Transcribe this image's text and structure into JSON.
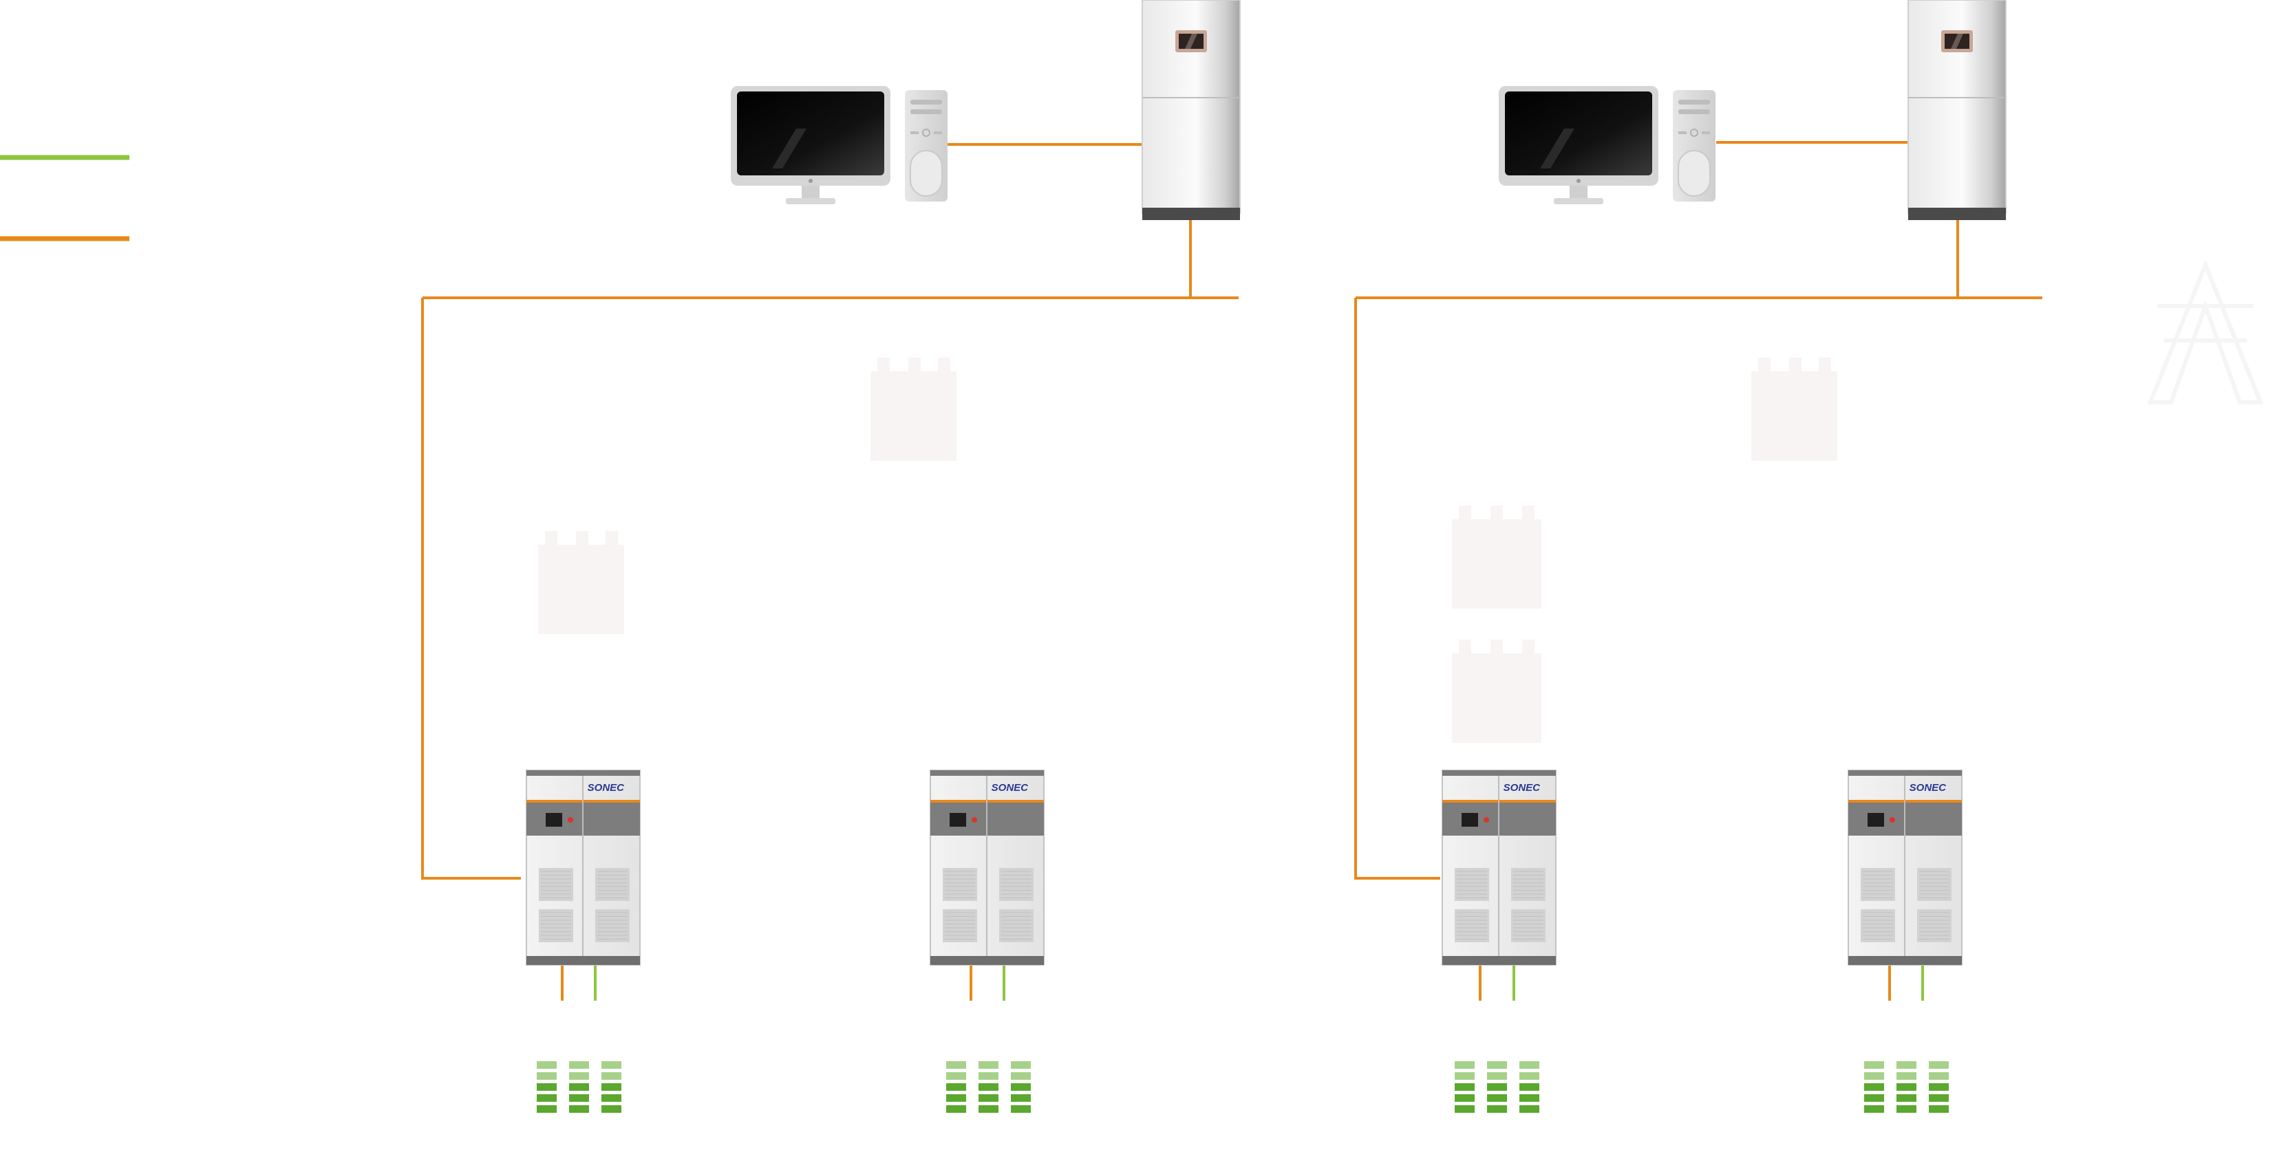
{
  "brand": {
    "logo_text": "SONEC"
  },
  "colors": {
    "comm_line": "#e8891a",
    "power_line": "#8cc63f",
    "legend_comm": "#e8891a",
    "legend_power": "#8cc63f",
    "battery_green": "#5aa82e",
    "battery_light": "#a6d18a",
    "inverter_accent": "#e8891a",
    "inverter_logo": "#2b3990"
  },
  "legend": {
    "items": [
      {
        "color": "#8cc63f",
        "icon": "power-line"
      },
      {
        "color": "#e8891a",
        "icon": "communication-line"
      }
    ]
  },
  "systems": [
    {
      "monitor": "computer-workstation",
      "server": "ems-cabinet",
      "inverters": 2,
      "batteries": 2
    },
    {
      "monitor": "computer-workstation",
      "server": "ems-cabinet",
      "inverters": 2,
      "batteries": 2
    }
  ],
  "icons": [
    "monitor-icon",
    "pc-tower-icon",
    "ems-cabinet-icon",
    "inverter-cabinet-icon",
    "battery-rack-icon",
    "transformer-icon",
    "power-tower-icon"
  ]
}
